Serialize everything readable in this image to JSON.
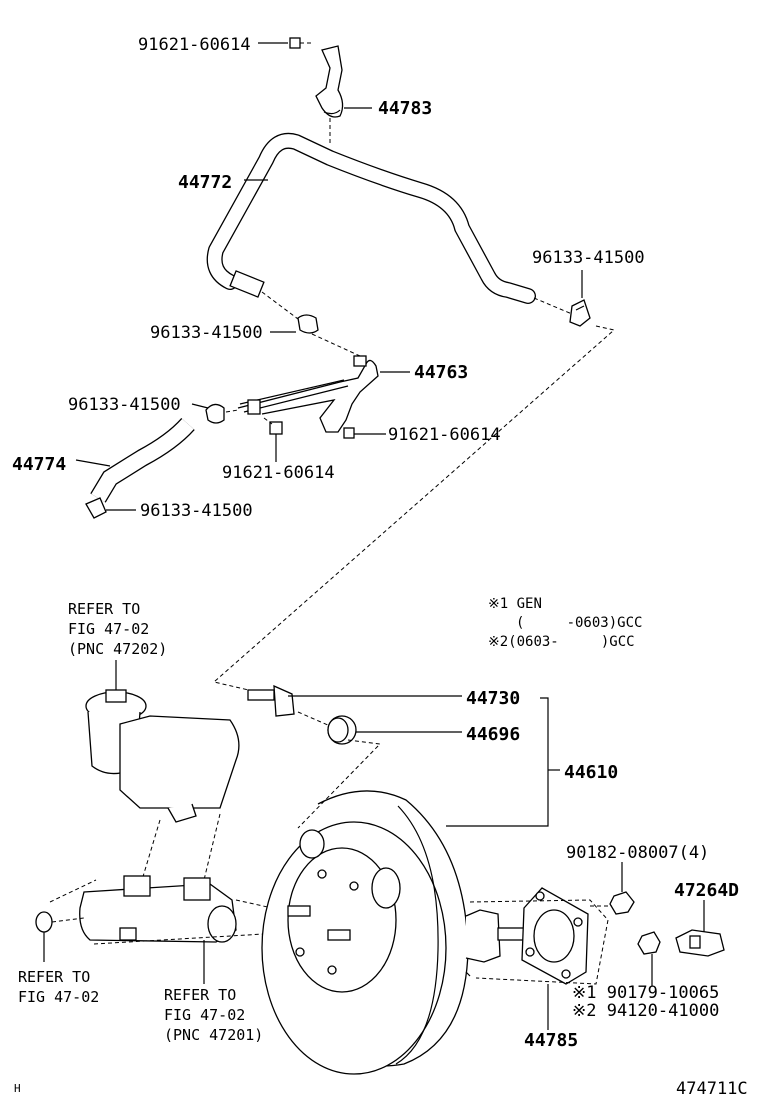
{
  "labels": {
    "p91621_top": "91621-60614",
    "p44783": "44783",
    "p44772": "44772",
    "p96133_right": "96133-41500",
    "p96133_mid": "96133-41500",
    "p44763": "44763",
    "p96133_left": "96133-41500",
    "p91621_right": "91621-60614",
    "p44774": "44774",
    "p91621_mid": "91621-60614",
    "p96133_bottom": "96133-41500",
    "p44730": "44730",
    "p44696": "44696",
    "p44610": "44610",
    "p90182": "90182-08007(4)",
    "p47264D": "47264D",
    "p190179": "※1 90179-10065",
    "p294120": "※2 94120-41000",
    "p44785": "44785"
  },
  "refs": {
    "reservoir": [
      "REFER TO",
      "FIG 47-02",
      "(PNC 47202)"
    ],
    "left": [
      "REFER TO",
      "FIG 47-02"
    ],
    "cylinder": [
      "REFER TO",
      "FIG 47-02",
      "(PNC 47201)"
    ]
  },
  "notes": {
    "line1": "※1 GEN",
    "line2": "(     -0603)GCC",
    "line3": "※2(0603-     )GCC"
  },
  "footer": {
    "left": "H",
    "right": "474711C"
  }
}
